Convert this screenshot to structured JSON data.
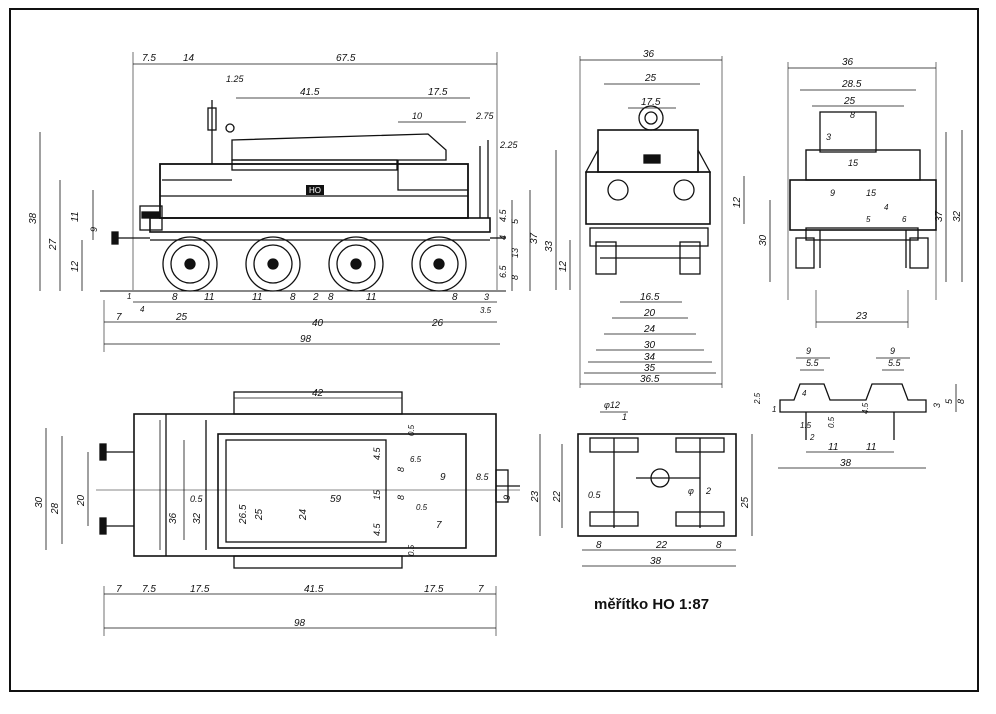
{
  "caption": "měřítko HO 1:87",
  "number_plate": "HO",
  "side_view": {
    "top_dims": [
      "7.5",
      "14",
      "67.5",
      "1.25",
      "41.5",
      "17.5",
      "10",
      "2.75",
      "2.25"
    ],
    "left_dims": [
      "38",
      "27",
      "12",
      "11",
      "9"
    ],
    "right_dims": [
      "37",
      "5",
      "4.5",
      "4",
      "13",
      "6.5",
      "8"
    ],
    "bottom_row1": [
      "1",
      "4",
      "8",
      "11",
      "11",
      "8",
      "2",
      "8",
      "11",
      "8",
      "3",
      "3.5"
    ],
    "bottom_row2": [
      "7",
      "25",
      "40",
      "26"
    ],
    "overall": "98"
  },
  "front_view": {
    "top_dims": [
      "36",
      "25",
      "17.5"
    ],
    "side_dims": [
      "33",
      "12",
      "12"
    ],
    "bottom_dims": [
      "16.5",
      "20",
      "24",
      "30",
      "34",
      "35",
      "36.5"
    ]
  },
  "rear_view": {
    "top_dims": [
      "36",
      "28.5",
      "25",
      "8",
      "3",
      "15",
      "9",
      "15",
      "4",
      "5",
      "6"
    ],
    "side_dims": [
      "30",
      "37",
      "32"
    ],
    "bottom_dims": [
      "23"
    ]
  },
  "plan_view": {
    "top_dim": "42",
    "left_dims": [
      "30",
      "28",
      "20",
      "36",
      "32"
    ],
    "inner_dims": [
      "0.5",
      "26.5",
      "25",
      "24",
      "59",
      "15",
      "8",
      "8",
      "4.5",
      "4.5",
      "0.5",
      "0.5",
      "0.5",
      "6.5",
      "9",
      "8.5",
      "7",
      "9"
    ],
    "bottom_row": [
      "7",
      "7.5",
      "17.5",
      "41.5",
      "17.5",
      "7"
    ],
    "overall": "98"
  },
  "frame_view": {
    "dims": [
      "φ12",
      "1",
      "23",
      "22",
      "0.5",
      "φ",
      "2",
      "25",
      "8",
      "22",
      "8",
      "38"
    ]
  },
  "detail_view": {
    "dims": [
      "9",
      "5.5",
      "9",
      "5.5",
      "2.5",
      "1",
      "4",
      "1.5",
      "0.5",
      "4.5",
      "2",
      "3",
      "5",
      "8",
      "11",
      "11",
      "38"
    ]
  }
}
